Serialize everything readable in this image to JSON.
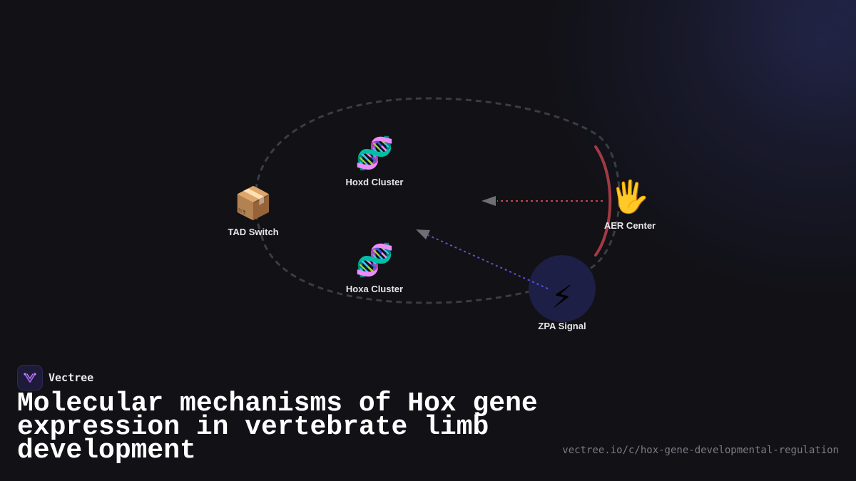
{
  "nodes": {
    "tad_switch": {
      "icon": "package-icon",
      "emoji": "📦",
      "label": "TAD Switch"
    },
    "hoxd": {
      "icon": "dna-icon",
      "emoji": "🧬",
      "label": "Hoxd Cluster"
    },
    "hoxa": {
      "icon": "dna-icon",
      "emoji": "🧬",
      "label": "Hoxa Cluster"
    },
    "aer": {
      "icon": "raised-hand-icon",
      "emoji": "🖐️",
      "label": "AER Center"
    },
    "zpa": {
      "icon": "lightning-icon",
      "emoji": "⚡",
      "label": "ZPA Signal"
    }
  },
  "colors": {
    "background": "#111116",
    "aer_arc": "#a23a44",
    "aer_arrow": "#c2454f",
    "zpa_arrow": "#5a52e0",
    "zpa_circle": "#1e1f46",
    "loop": "#3c3c44"
  },
  "brand": {
    "name": "Vectree",
    "logo_icon": "vectree-logo-icon"
  },
  "title": "Molecular mechanisms of Hox gene expression in vertebrate limb development",
  "url": "vectree.io/c/hox-gene-developmental-regulation"
}
